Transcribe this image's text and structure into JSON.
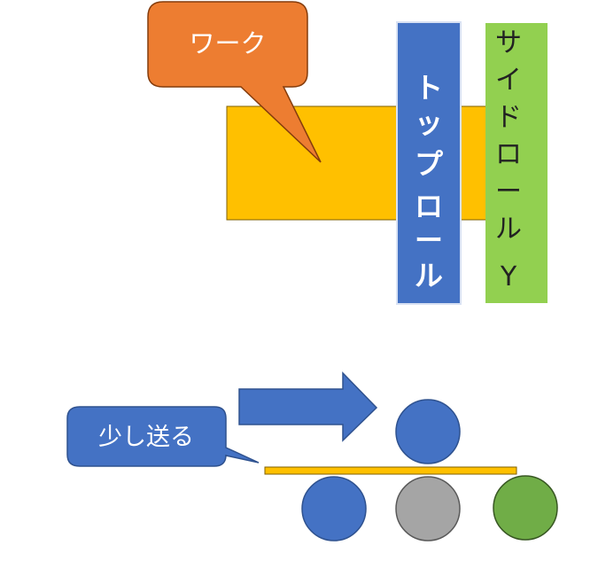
{
  "callouts": {
    "work": "ワーク",
    "send_a_little": "少し送る"
  },
  "rolls": {
    "top_roll": [
      "ト",
      "ッ",
      "プ",
      "ロ",
      "ー",
      "ル"
    ],
    "side_roll_y": [
      "サ",
      "イ",
      "ド",
      "ロ",
      "ー",
      "ル",
      "Y"
    ]
  },
  "colors": {
    "work_callout_fill": "#ED7D31",
    "work_block_fill": "#FFC000",
    "top_roll_fill": "#4472C4",
    "side_roll_fill": "#92D050",
    "arrow_fill": "#4472C4",
    "send_callout_fill": "#4472C4",
    "strip_fill": "#FFC000",
    "roller_blue": "#4472C4",
    "roller_gray": "#A5A5A5",
    "roller_green": "#70AD47"
  }
}
